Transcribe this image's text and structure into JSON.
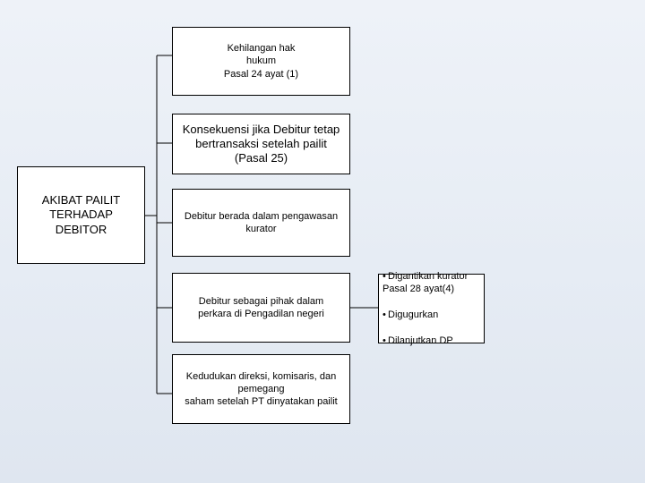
{
  "diagram": {
    "root": {
      "label": "AKIBAT PAILIT\nTERHADAP\nDEBITOR"
    },
    "children": [
      {
        "label": "Kehilangan hak\nhukum\nPasal 24 ayat (1)"
      },
      {
        "label": "Konsekuensi jika Debitur tetap\nbertransaksi setelah pailit\n(Pasal 25)"
      },
      {
        "label": "Debitur berada dalam pengawasan\nkurator"
      },
      {
        "label": "Debitur sebagai pihak dalam\nperkara di Pengadilan negeri"
      },
      {
        "label": "Kedudukan direksi, komisaris, dan\npemegang\nsaham setelah PT dinyatakan pailit"
      }
    ],
    "note": {
      "items": [
        {
          "bullet": "•",
          "text": "Digantikan kurator\nPasal 28 ayat(4)"
        },
        {
          "bullet": "•",
          "text": "Digugurkan"
        },
        {
          "bullet": "•",
          "text": "Dilanjutkan DP"
        }
      ]
    }
  }
}
